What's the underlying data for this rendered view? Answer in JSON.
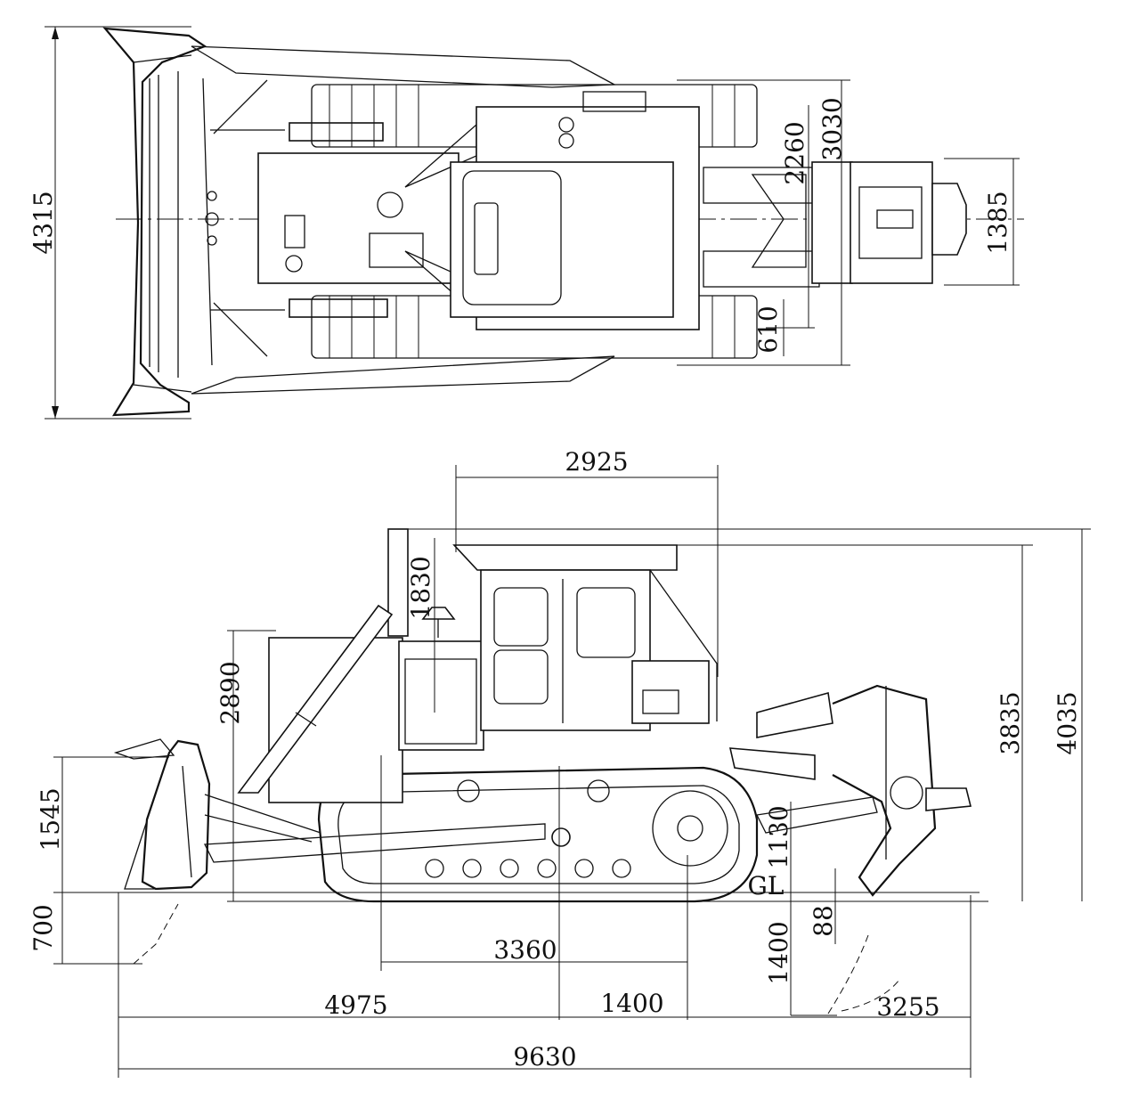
{
  "diagram": {
    "plan_view": {
      "overall_width": "4315",
      "track_gauge_outer": "3030",
      "track_gauge": "2260",
      "ripper_width": "1385",
      "shoe_width": "610"
    },
    "side_view": {
      "cab_length": "2925",
      "cab_height_above_hood": "1830",
      "hood_height": "2890",
      "blade_height": "1545",
      "blade_drop": "700",
      "cab_height": "3835",
      "overall_height": "4035",
      "ripper_lift": "1130",
      "ground_label": "GL",
      "ground_clearance": "88",
      "ripper_depth": "1400",
      "track_length": "3360",
      "front_length": "4975",
      "center_offset": "1400",
      "ripper_reach": "3255",
      "overall_length": "9630"
    }
  }
}
